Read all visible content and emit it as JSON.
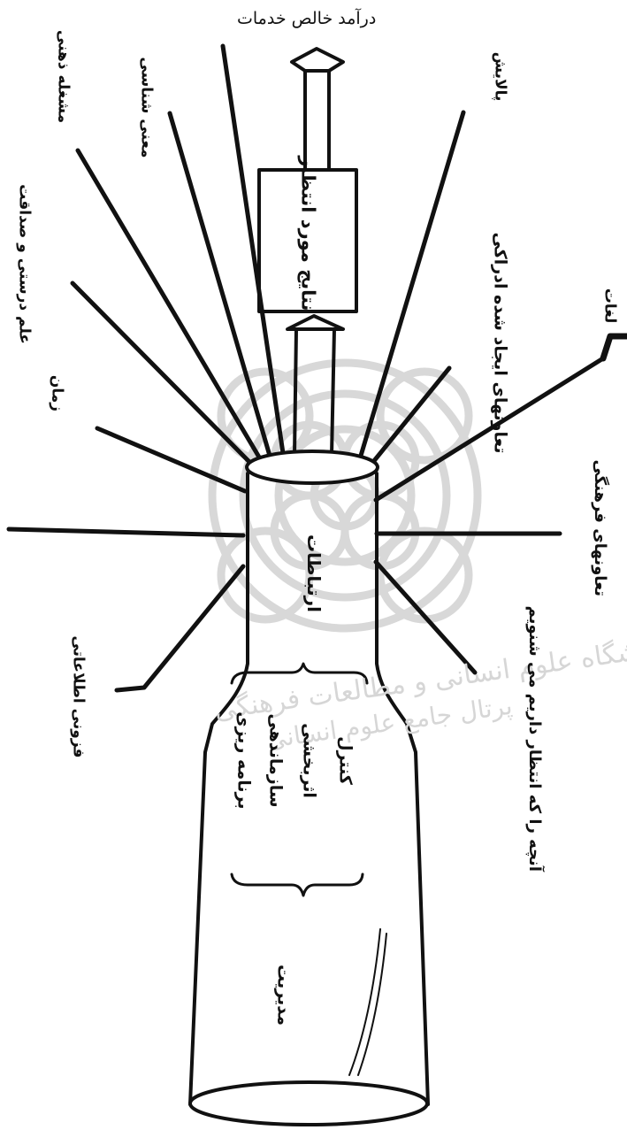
{
  "diagram": {
    "top_title": "درآمد خالص خدمات",
    "expected_results": "نتایج مورد انتظار",
    "communications": "ارتباطات",
    "management": "مدیریت",
    "functions": [
      "برنامه ریزی",
      "سازماندهی",
      "اثربخشی",
      "کنترل"
    ],
    "rays_left": [
      "مشغله ذهنی",
      "معنی شناسی",
      "علم درستی و صداقت",
      "زمان",
      "فزونی اطلاعاتی"
    ],
    "rays_right": [
      "پالایش",
      "تعاونهای ایجاد شده ادراکی",
      "لغات",
      "تعاونهای فرهنگی",
      "آنچه را که انتظار داریم می شنویم"
    ],
    "colors": {
      "ink": "#111111",
      "watermark": "#d0d0d0",
      "background": "#ffffff"
    }
  },
  "watermark": {
    "line1": "پژوهشگاه علوم انسانی و مطالعات فرهنگی",
    "line2": "پرتال جامع علوم انسانی"
  }
}
